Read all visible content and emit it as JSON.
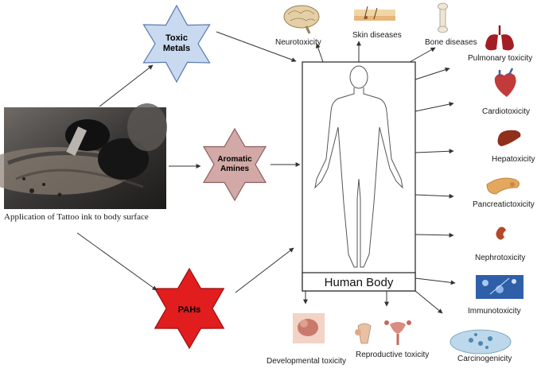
{
  "photo_caption": "Application  of Tattoo ink to body surface",
  "stars": {
    "metals": {
      "line1": "Toxic",
      "line2": "Metals",
      "fill": "#c9d9ef",
      "stroke": "#5878b0"
    },
    "amines": {
      "line1": "Aromatic",
      "line2": "Amines",
      "fill": "#d2a9a6",
      "stroke": "#8d5e5e"
    },
    "pahs": {
      "label": "PAHs",
      "fill": "#e11d1d",
      "stroke": "#9a1010"
    }
  },
  "body_label": "Human Body",
  "effects": {
    "neurotoxicity": "Neurotoxicity",
    "skin": "Skin diseases",
    "bone": "Bone diseases",
    "pulmonary": "Pulmonary toxicity",
    "cardio": "Cardiotoxicity",
    "hepato": "Hepatoxicity",
    "pancreatic": "Pancreatictoxicity",
    "nephro": "Nephrotoxicity",
    "immuno": "Immunotoxicity",
    "developmental": "Developmental toxicity",
    "reproductive": "Reproductive toxicity",
    "carcinogenicity": "Carcinogenicity"
  },
  "icons": {
    "neurotoxicity": "brain-icon",
    "skin": "skin-layer-icon",
    "bone": "bone-icon",
    "pulmonary": "lungs-icon",
    "cardio": "heart-icon",
    "hepato": "liver-icon",
    "pancreatic": "pancreas-icon",
    "nephro": "kidney-icon",
    "immuno": "immune-cells-icon",
    "developmental": "fetus-icon",
    "reproductive": "reproductive-organs-icon",
    "carcinogenicity": "tissue-cells-icon"
  }
}
